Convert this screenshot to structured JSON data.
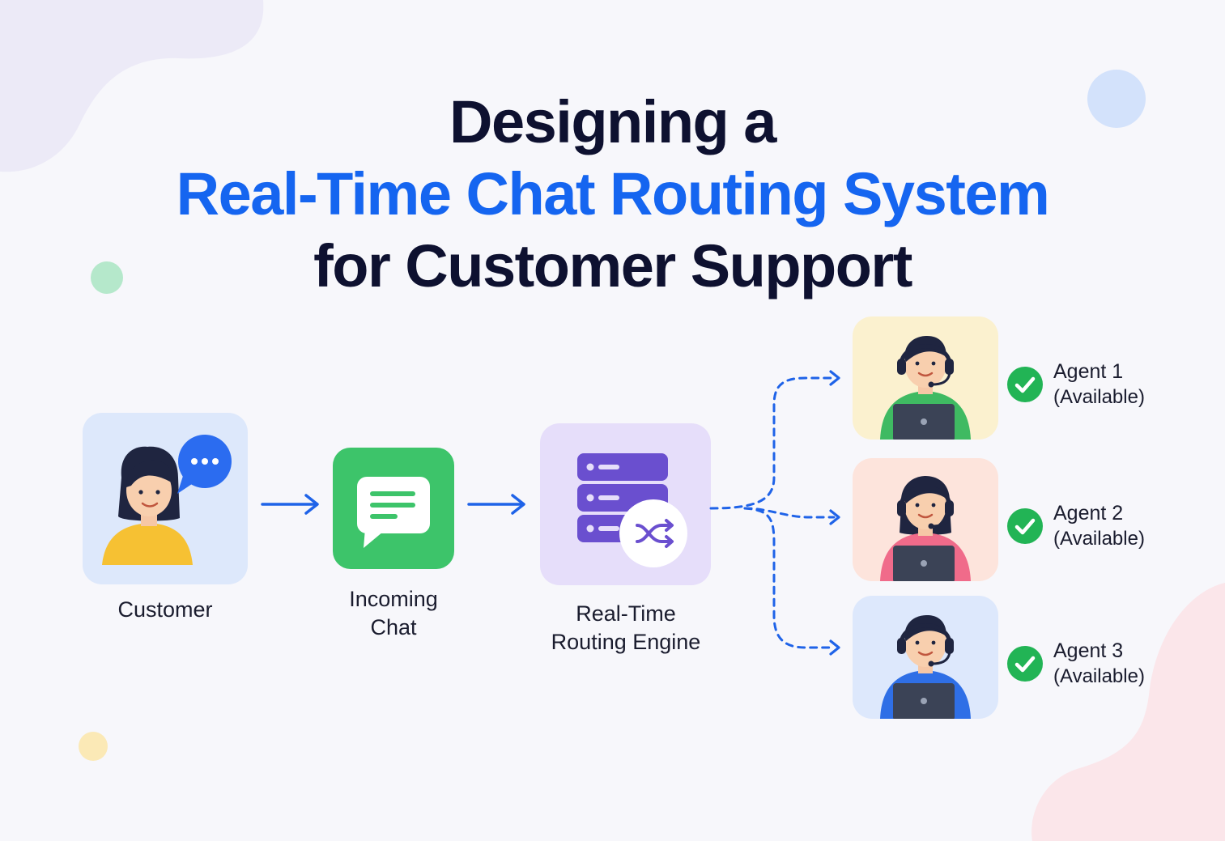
{
  "title": {
    "line1": "Designing a",
    "line2": "Real-Time Chat Routing System",
    "line3": "for Customer Support"
  },
  "nodes": {
    "customer": {
      "label": "Customer",
      "icon": "customer-avatar-icon"
    },
    "incoming_chat": {
      "label_lines": [
        "Incoming",
        "Chat"
      ],
      "icon": "chat-message-icon"
    },
    "routing_engine": {
      "label_lines": [
        "Real-Time",
        "Routing Engine"
      ],
      "icon": "server-shuffle-icon"
    }
  },
  "agents": [
    {
      "name": "Agent 1",
      "status": "(Available)",
      "icon": "agent-headset-icon",
      "tile_color": "#fbf1cf",
      "shirt_color": "#3fba62"
    },
    {
      "name": "Agent 2",
      "status": "(Available)",
      "icon": "agent-headset-icon",
      "tile_color": "#fde4dc",
      "shirt_color": "#f06b8a"
    },
    {
      "name": "Agent 3",
      "status": "(Available)",
      "icon": "agent-headset-icon",
      "tile_color": "#dde8fc",
      "shirt_color": "#2f6fe6"
    }
  ],
  "colors": {
    "title_dark": "#0e1130",
    "title_accent": "#1565f0",
    "arrow": "#1f63e8",
    "check_green": "#22b455",
    "chat_green": "#3dc46a",
    "engine_purple": "#6a4fcf"
  }
}
